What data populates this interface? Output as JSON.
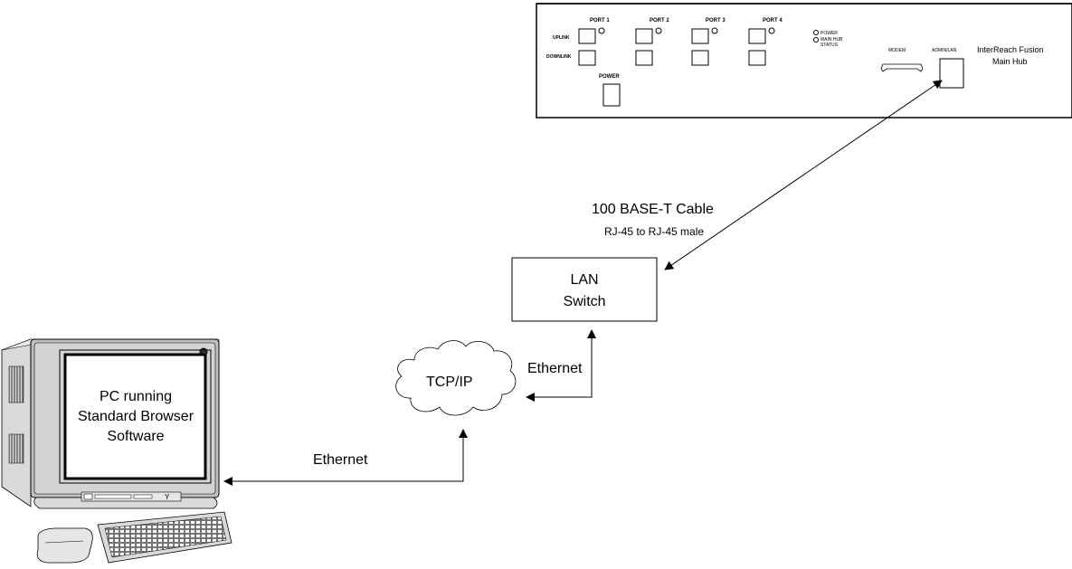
{
  "hub": {
    "ports": [
      "PORT 1",
      "PORT 2",
      "PORT 3",
      "PORT 4"
    ],
    "uplink": "UPLINK",
    "downlink": "DOWNLINK",
    "power": "POWER",
    "led_power": "POWER",
    "led_main_hub_line1": "MAIN HUB",
    "led_main_hub_line2": "STATUS",
    "modem": "MODEM",
    "admin_lan": "ADMIN/LAN",
    "title_line1": "InterReach Fusion",
    "title_line2": "Main Hub"
  },
  "cable": {
    "title": "100 BASE-T Cable",
    "subtitle": "RJ-45 to RJ-45 male"
  },
  "switch": {
    "line1": "LAN",
    "line2": "Switch"
  },
  "cloud": {
    "label": "TCP/IP"
  },
  "links": {
    "ethernet_upper": "Ethernet",
    "ethernet_lower": "Ethernet"
  },
  "pc": {
    "line1": "PC running",
    "line2": "Standard Browser",
    "line3": "Software"
  }
}
